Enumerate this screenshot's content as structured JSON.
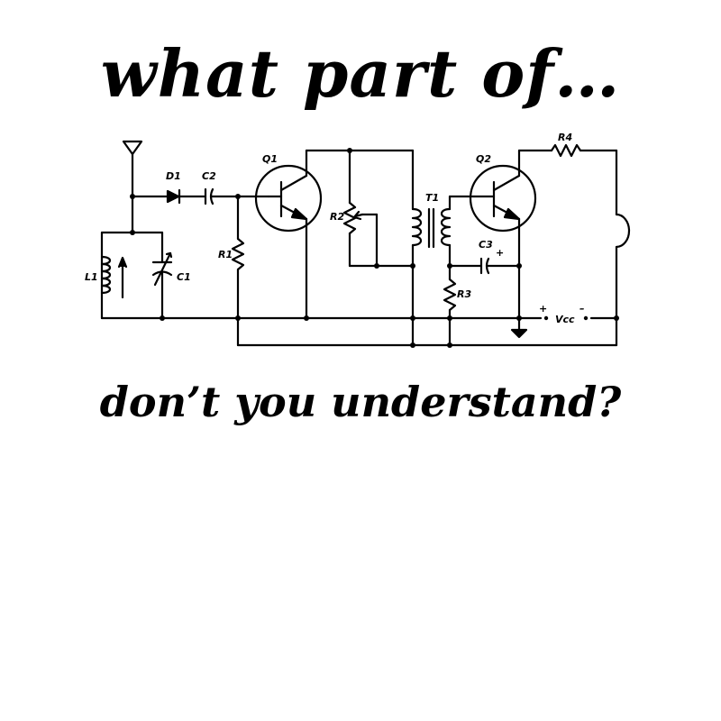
{
  "poster": {
    "headline_top": "what part of…",
    "headline_bottom": "don’t you understand?"
  },
  "schematic": {
    "labels": {
      "d1": "D1",
      "c2": "C2",
      "q1": "Q1",
      "q2": "Q2",
      "r4": "R4",
      "t1": "T1",
      "r2": "R2",
      "r1": "R1",
      "l1": "L1",
      "c1": "C1",
      "c3": "C3",
      "r3": "R3",
      "vcc": "Vcc",
      "plus_c3": "+",
      "plus_vcc": "+",
      "minus_vcc": "–"
    }
  },
  "colors": {
    "ink": "#000000",
    "background": "#ffffff"
  }
}
